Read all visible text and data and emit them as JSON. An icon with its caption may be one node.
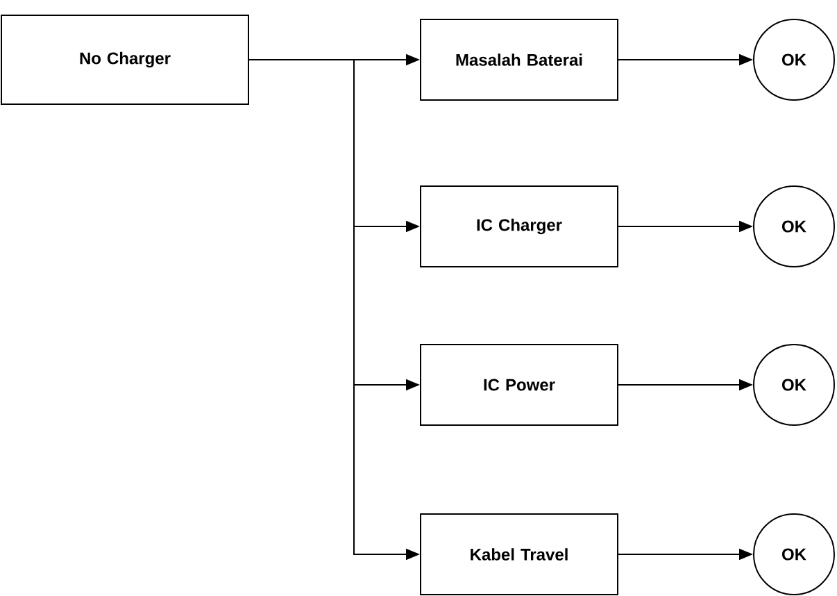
{
  "diagram": {
    "nodes": [
      {
        "text": [
          "No Charger"
        ]
      },
      {
        "text": [
          "Masalah Baterai"
        ]
      },
      {
        "text": [
          "OK"
        ]
      },
      {
        "text": [
          "IC Charger"
        ]
      },
      {
        "text": [
          "OK"
        ]
      },
      {
        "text": [
          "IC Power"
        ]
      },
      {
        "text": [
          "OK"
        ]
      },
      {
        "text": [
          "Kabel Travel"
        ]
      },
      {
        "text": [
          "OK"
        ]
      }
    ],
    "edges": [
      {
        "from": 0,
        "to": 1,
        "arrow": "to"
      },
      {
        "from": 0,
        "to": 3,
        "arrow": "to"
      },
      {
        "from": 0,
        "to": 5,
        "arrow": "to"
      },
      {
        "from": 0,
        "to": 7,
        "arrow": "to"
      },
      {
        "from": 1,
        "to": 2,
        "arrow": "to"
      },
      {
        "from": 3,
        "to": 4,
        "arrow": "to"
      },
      {
        "from": 5,
        "to": 6,
        "arrow": "to"
      },
      {
        "from": 7,
        "to": 8,
        "arrow": "to"
      }
    ]
  }
}
